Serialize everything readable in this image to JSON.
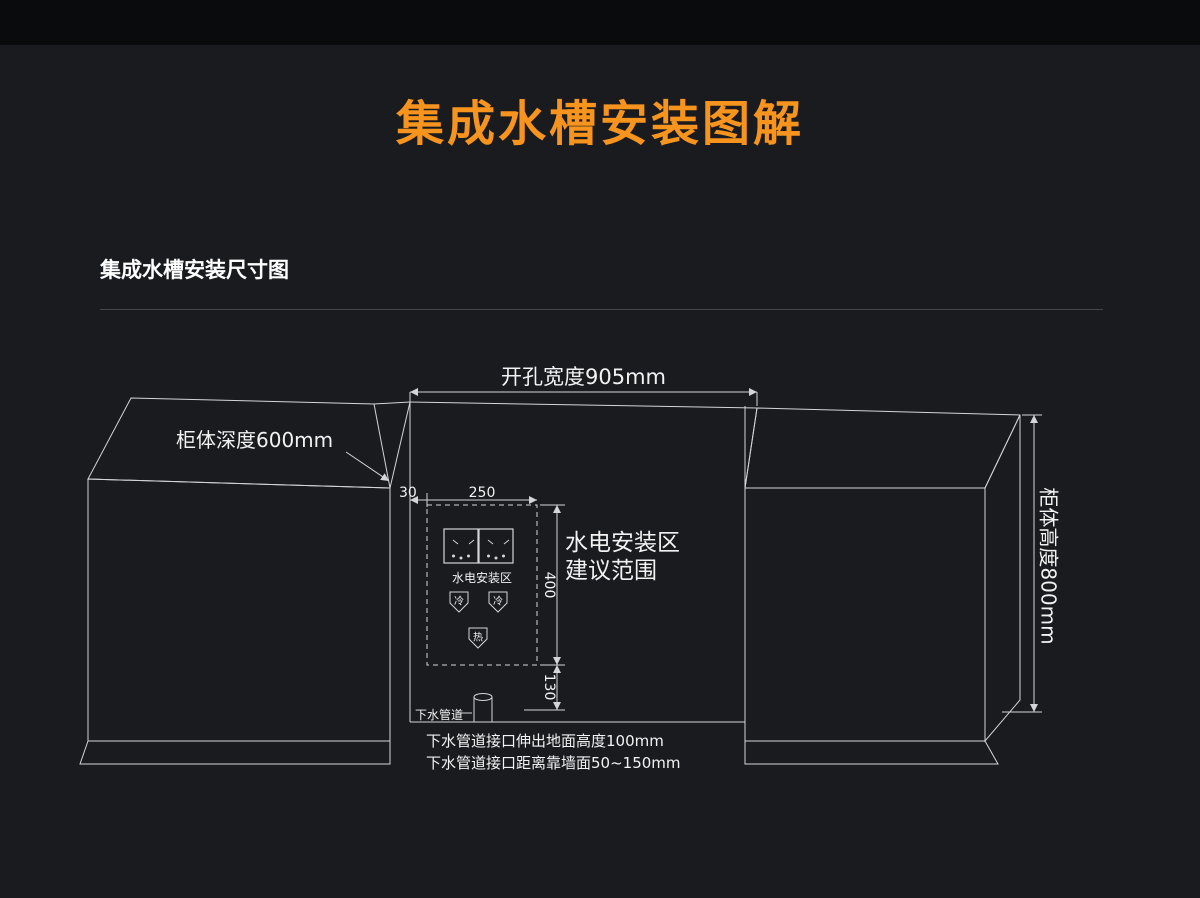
{
  "header": {
    "title": "集成水槽安装图解"
  },
  "section": {
    "title": "集成水槽安装尺寸图"
  },
  "diagram": {
    "dim_opening_width": "开孔宽度905mm",
    "dim_cabinet_depth": "柜体深度600mm",
    "dim_cabinet_height": "柜体高度800mm",
    "dim_30": "30",
    "dim_250": "250",
    "dim_400": "400",
    "dim_130": "130",
    "socket_area_label": "水电安装区",
    "zone_label_line1": "水电安装区",
    "zone_label_line2": "建议范围",
    "valve_cold": "冷",
    "valve_hot": "热",
    "drain_pipe_label": "下水管道",
    "note_height": "下水管道接口伸出地面高度100mm",
    "note_distance": "下水管道接口距离靠墙面50~150mm"
  },
  "colors": {
    "accent_orange": "#f7941e",
    "background": "#191b1f",
    "top_bar": "#0a0b0d",
    "line": "#d4d5d7",
    "text": "#f2f2f3"
  }
}
